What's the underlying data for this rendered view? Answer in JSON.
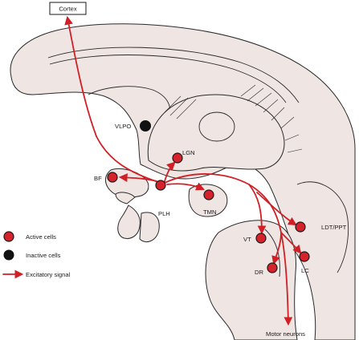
{
  "colors": {
    "active_cell": "#d6222a",
    "inactive_cell": "#111111",
    "excitatory_signal": "#d11f26",
    "brain_tissue": "#efe5e3",
    "outline": "#2a2a2a"
  },
  "diagram": {
    "cortex_box_label": "Cortex",
    "nuclei": {
      "vlpo": "VLPO",
      "lgn": "LGN",
      "bf": "BF",
      "plh": "PLH",
      "tmn": "TMN",
      "ldt_ppt": "LDT/PPT",
      "vt": "VT",
      "dr": "DR",
      "lc": "LC"
    },
    "output_label": "Motor neurons"
  },
  "legend": {
    "active": {
      "label": "Active cells",
      "icon": "red-circle-icon"
    },
    "inactive": {
      "label": "Inactive cells",
      "icon": "black-circle-icon"
    },
    "excitatory": {
      "label": "Excitatory signal",
      "icon": "red-arrow-icon"
    }
  }
}
